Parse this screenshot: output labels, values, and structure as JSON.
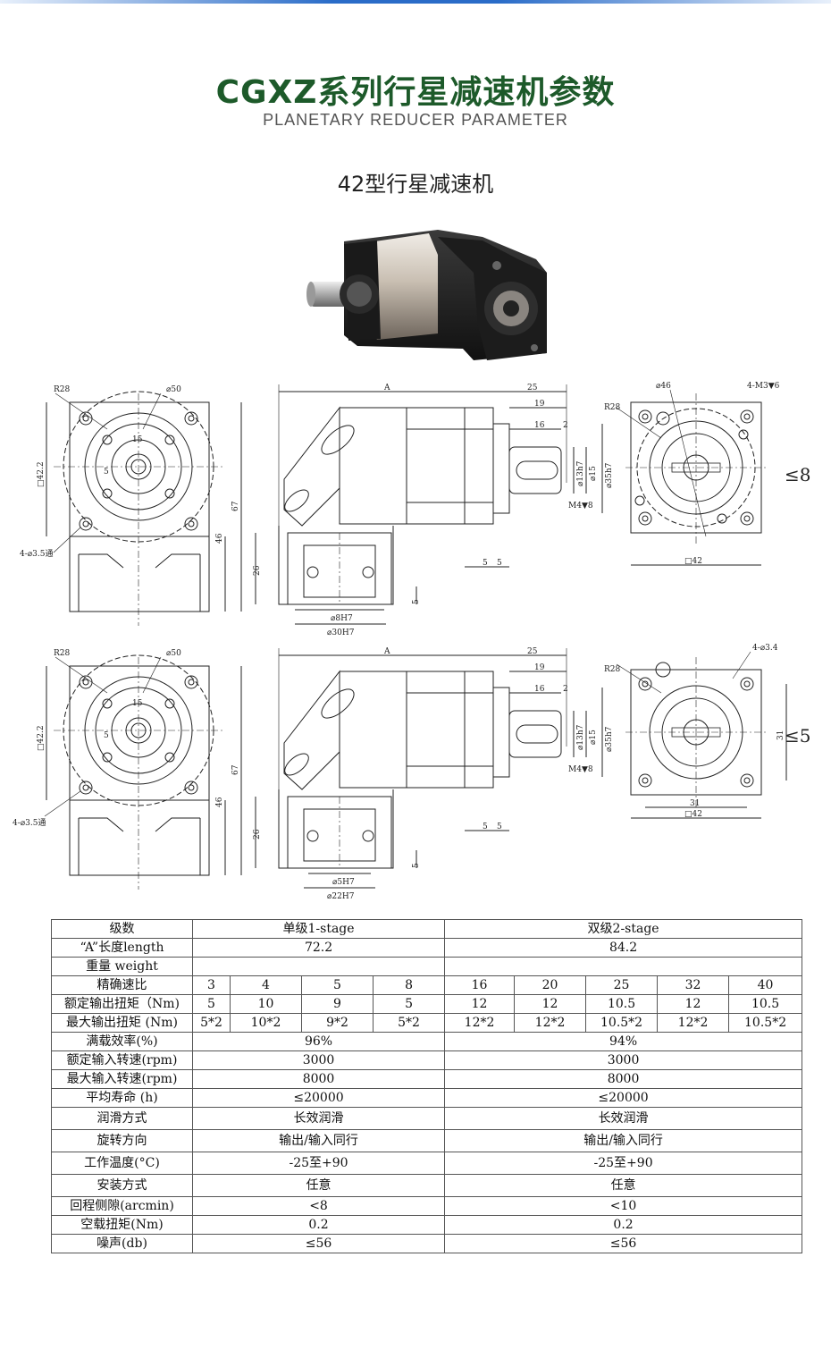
{
  "header": {
    "title": "CGXZ系列行星减速机参数",
    "subtitle": "PLANETARY REDUCER PARAMETER",
    "model": "42型行星减速机"
  },
  "drawing": {
    "top": {
      "R28": "R28",
      "phi50": "⌀50",
      "d15": "15",
      "d5": "5",
      "sq42": "□42.2",
      "h67": "67",
      "h46": "46",
      "holes": "4-⌀3.5通",
      "A": "A",
      "d25": "25",
      "d19": "19",
      "d16": "16",
      "d2": "2",
      "phi13": "⌀13h7",
      "phi15": "⌀15",
      "phi35": "⌀35h7",
      "m4": "M4▼8",
      "h26": "26",
      "h5": "5",
      "s5a": "5",
      "s5b": "5",
      "phi8": "⌀8H7",
      "phi30": "⌀30H7",
      "phi46": "⌀46",
      "m3": "4-M3▼6",
      "R28r": "R28",
      "sq42r": "□42",
      "ratio": "≤8"
    },
    "bottom": {
      "R28": "R28",
      "phi50": "⌀50",
      "d15": "15",
      "d5": "5",
      "sq42": "□42.2",
      "h67": "67",
      "h46": "46",
      "holes": "4-⌀3.5通",
      "A": "A",
      "d25": "25",
      "d19": "19",
      "d16": "16",
      "d2": "2",
      "phi13": "⌀13h7",
      "phi15": "⌀15",
      "phi35": "⌀35h7",
      "m4": "M4▼8",
      "h26": "26",
      "h5": "5",
      "s5a": "5",
      "s5b": "5",
      "phi5": "⌀5H7",
      "phi22": "⌀22H7",
      "holes4": "4-⌀3.4",
      "R28r": "R28",
      "d31v": "31",
      "d31h": "31",
      "sq42r": "□42",
      "ratio": "≤5"
    }
  },
  "table": {
    "header": {
      "label": "级数",
      "stage1": "单级1-stage",
      "stage2": "双级2-stage"
    },
    "length": {
      "label": "“A”长度length",
      "s1": "72.2",
      "s2": "84.2"
    },
    "weight": {
      "label": "重量 weight",
      "s1": "",
      "s2": ""
    },
    "ratio": {
      "label": "精确速比",
      "values": [
        "3",
        "4",
        "5",
        "8",
        "16",
        "20",
        "25",
        "32",
        "40"
      ]
    },
    "rated_torque": {
      "label": "额定输出扭矩（Nm)",
      "values": [
        "5",
        "10",
        "9",
        "5",
        "12",
        "12",
        "10.5",
        "12",
        "10.5"
      ]
    },
    "max_torque": {
      "label": "最大输出扭矩 (Nm)",
      "values": [
        "5*2",
        "10*2",
        "9*2",
        "5*2",
        "12*2",
        "12*2",
        "10.5*2",
        "12*2",
        "10.5*2"
      ]
    },
    "efficiency": {
      "label": "满载效率(%)",
      "s1": "96%",
      "s2": "94%"
    },
    "rated_speed": {
      "label": "额定输入转速(rpm)",
      "s1": "3000",
      "s2": "3000"
    },
    "max_speed": {
      "label": "最大输入转速(rpm)",
      "s1": "8000",
      "s2": "8000"
    },
    "life": {
      "label": "平均寿命 (h)",
      "s1": "≤20000",
      "s2": "≤20000"
    },
    "lubrication": {
      "label": "润滑方式",
      "s1": "长效润滑",
      "s2": "长效润滑"
    },
    "rotation": {
      "label": "旋转方向",
      "s1": "输出/输入同行",
      "s2": "输出/输入同行"
    },
    "temperature": {
      "label": "工作温度(°C)",
      "s1": "-25至+90",
      "s2": "-25至+90"
    },
    "mounting": {
      "label": "安装方式",
      "s1": "任意",
      "s2": "任意"
    },
    "backlash": {
      "label": "回程侧隙(arcmin)",
      "s1": "<8",
      "s2": "<10"
    },
    "noload": {
      "label": "空载扭矩(Nm)",
      "s1": "0.2",
      "s2": "0.2"
    },
    "noise": {
      "label": "噪声(db)",
      "s1": "≤56",
      "s2": "≤56"
    }
  }
}
